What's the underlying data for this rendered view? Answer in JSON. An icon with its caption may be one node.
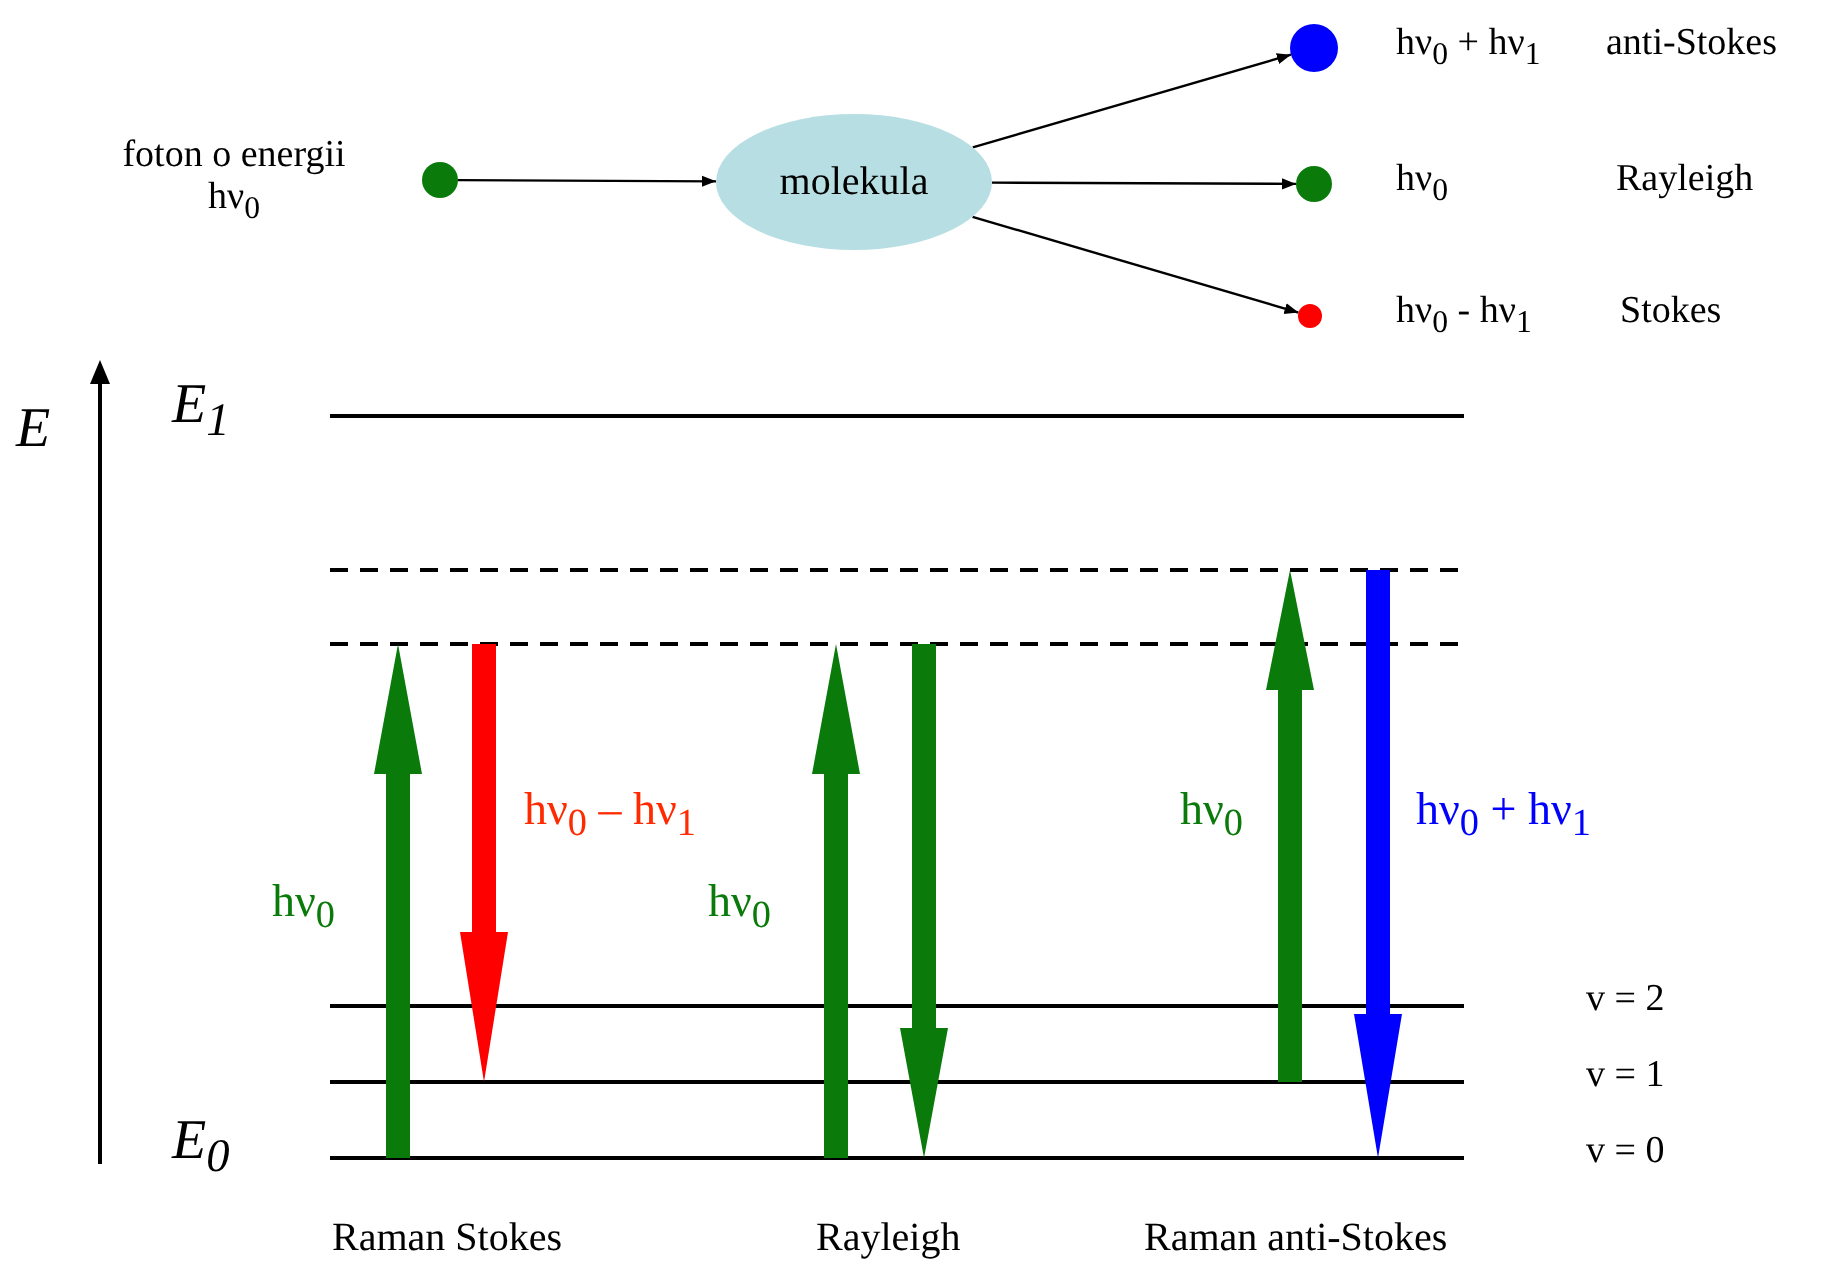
{
  "diagram": {
    "nodes": [
      {
        "text": [],
        "shape": "circle",
        "beside": [
          "foton o energii hν$_{0}$"
        ]
      },
      {
        "text": [
          "molekula"
        ]
      },
      {
        "text": [],
        "shape": "circle",
        "beside": [
          "hν$_{0}$ + hν$_{1}$"
        ]
      },
      {
        "text": [],
        "shape": "circle",
        "beside": [
          "hν$_{0}$"
        ]
      },
      {
        "text": [],
        "shape": "circle",
        "beside": [
          "hν$_{0}$ - hν$_{1}$"
        ]
      }
    ],
    "edges": [
      {
        "from": 0,
        "to": 1,
        "arrow": "to"
      },
      {
        "from": 1,
        "to": 2,
        "arrow": "to"
      },
      {
        "from": 1,
        "to": 3,
        "arrow": "to"
      },
      {
        "from": 1,
        "to": 4,
        "arrow": "to"
      }
    ],
    "labels": [
      "anti-Stokes",
      "Rayleigh",
      "Stokes",
      "E",
      "E$_{1}$",
      "hν$_{0}$ – hν$_{1}$",
      "hν$_{0}$",
      "hν$_{0}$ + hν$_{1}$",
      "hν$_{0}$",
      "hν$_{0}$",
      "v = 2",
      "v = 1",
      "E$_{0}$",
      "v = 0",
      "Raman Stokes",
      "Rayleigh",
      "Raman anti-Stokes"
    ]
  }
}
